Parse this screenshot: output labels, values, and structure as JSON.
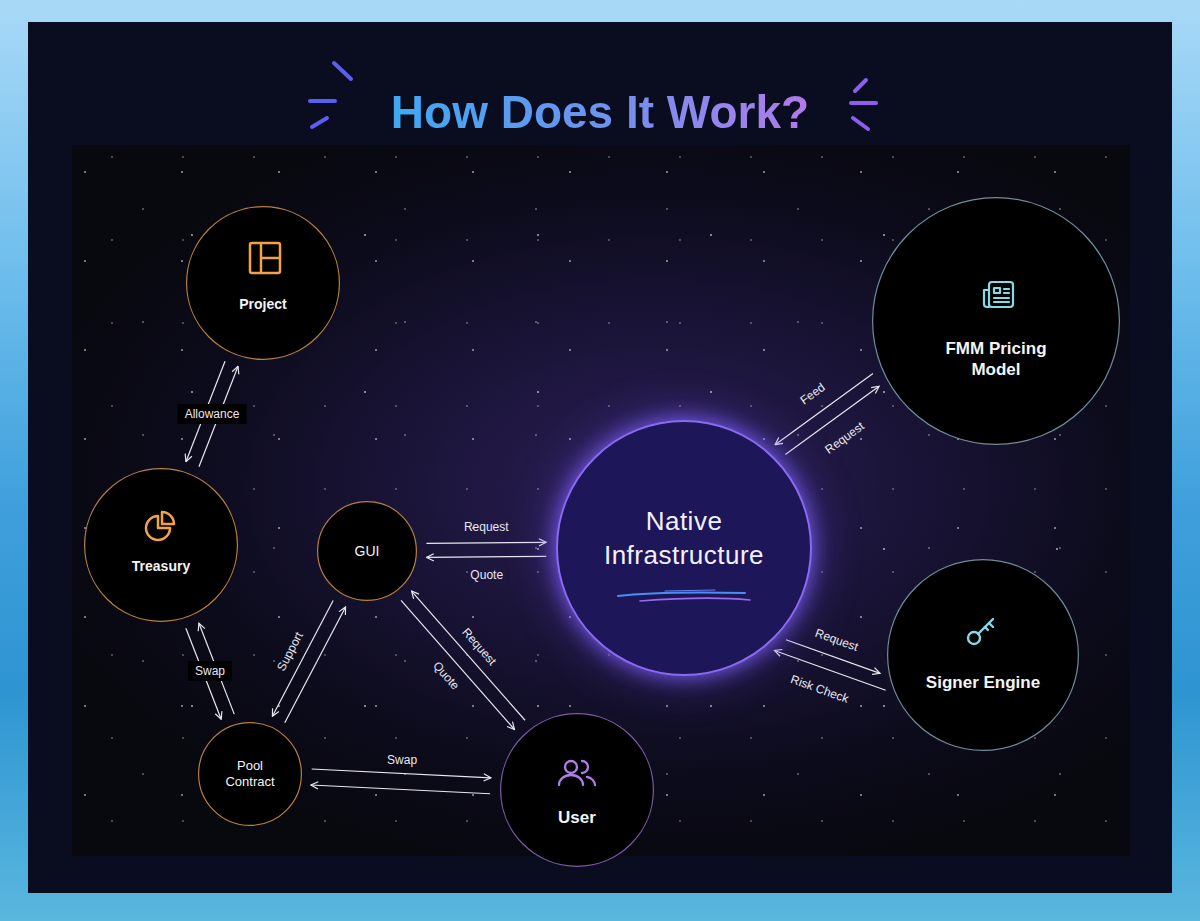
{
  "diagram": {
    "title": "How Does It Work?",
    "nodes": [
      {
        "text": [
          "Project"
        ]
      },
      {
        "text": [
          "FMM Pricing Model"
        ]
      },
      {
        "text": [
          "Treasury"
        ]
      },
      {
        "text": [
          "GUI"
        ]
      },
      {
        "text": [
          "Native Infrastructure"
        ]
      },
      {
        "text": [
          "Signer Engine"
        ]
      },
      {
        "text": [
          "Pool Contract"
        ]
      },
      {
        "text": [
          "User"
        ]
      }
    ],
    "edges": [
      {
        "from": 0,
        "to": 2,
        "arrow": "to",
        "label": "Allowance"
      },
      {
        "from": 2,
        "to": 0,
        "arrow": "to"
      },
      {
        "from": 2,
        "to": 6,
        "arrow": "to",
        "label": "Swap"
      },
      {
        "from": 6,
        "to": 2,
        "arrow": "to"
      },
      {
        "from": 3,
        "to": 4,
        "arrow": "to",
        "label": "Request"
      },
      {
        "from": 4,
        "to": 3,
        "arrow": "to",
        "label": "Quote"
      },
      {
        "from": 3,
        "to": 6,
        "arrow": "to",
        "label": "Support"
      },
      {
        "from": 6,
        "to": 3,
        "arrow": "to"
      },
      {
        "from": 7,
        "to": 3,
        "arrow": "to",
        "label": "Request"
      },
      {
        "from": 3,
        "to": 7,
        "arrow": "to",
        "label": "Quote"
      },
      {
        "from": 6,
        "to": 7,
        "arrow": "to",
        "label": "Swap"
      },
      {
        "from": 7,
        "to": 6,
        "arrow": "to"
      },
      {
        "from": 1,
        "to": 4,
        "arrow": "to",
        "label": "Feed"
      },
      {
        "from": 4,
        "to": 1,
        "arrow": "to",
        "label": "Request"
      },
      {
        "from": 4,
        "to": 5,
        "arrow": "to",
        "label": "Request"
      },
      {
        "from": 5,
        "to": 4,
        "arrow": "to",
        "label": "Risk Check"
      }
    ]
  }
}
